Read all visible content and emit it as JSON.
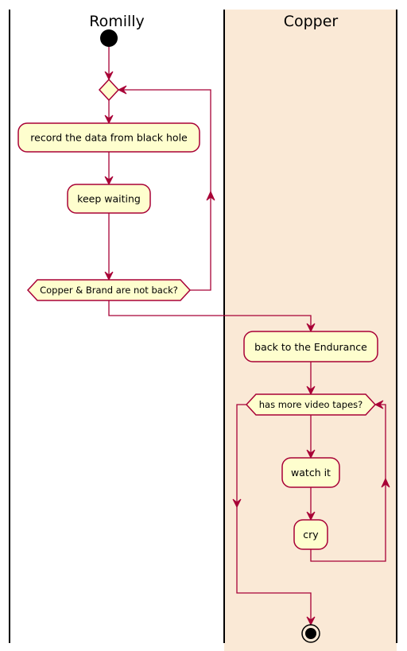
{
  "swimlanes": {
    "lane1": {
      "title": "Romilly"
    },
    "lane2": {
      "title": "Copper",
      "background": "#FAE9D6"
    }
  },
  "nodes": {
    "record": "record the data from black hole",
    "keep_waiting": "keep waiting",
    "repeat_condition": "Copper & Brand are not back?",
    "back_to_endurance": "back to the Endurance",
    "while_condition": "has more video tapes?",
    "watch_it": "watch it",
    "cry": "cry"
  },
  "colors": {
    "node_fill": "#FEFECE",
    "border": "#A80036",
    "lane_border": "#000000"
  }
}
